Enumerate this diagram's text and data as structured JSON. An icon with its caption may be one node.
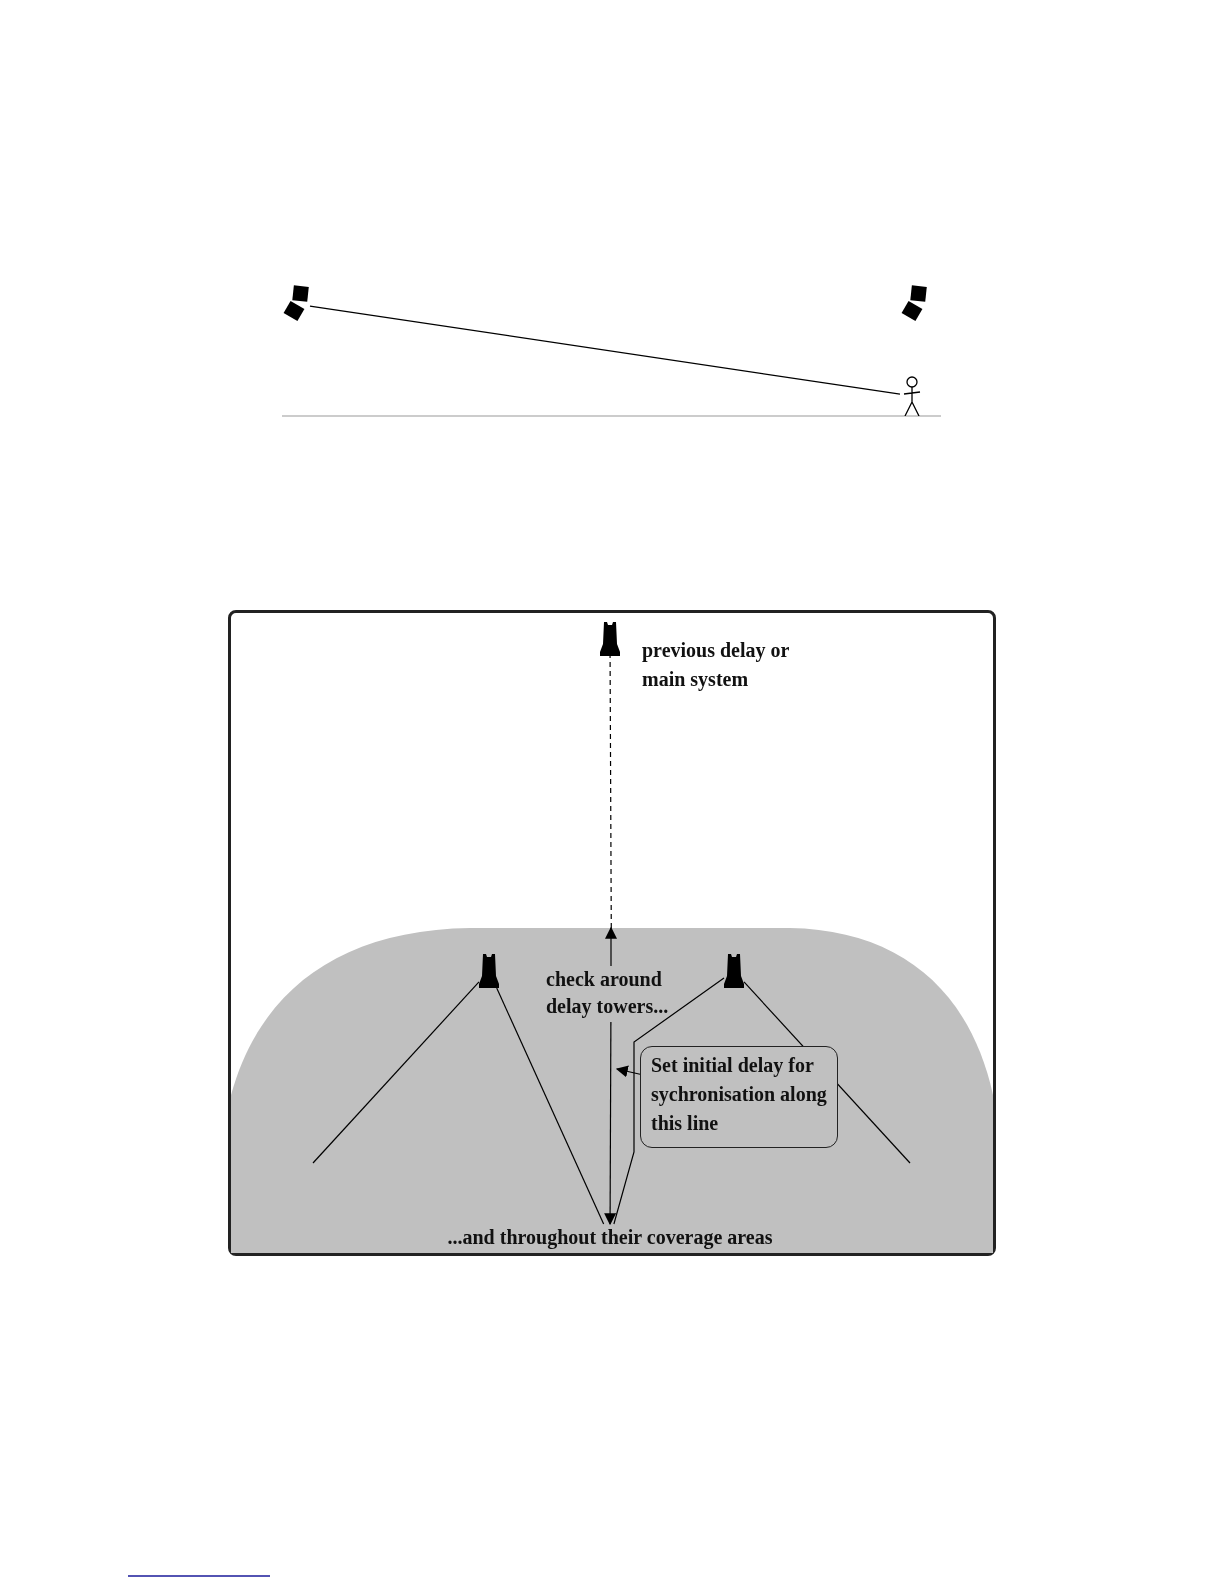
{
  "diagram": {
    "nodes": [
      {
        "text": [],
        "shape": "speaker"
      },
      {
        "text": [],
        "shape": "speaker"
      },
      {
        "text": [],
        "shape": "person"
      },
      {
        "text": [],
        "shape": "speaker",
        "beside": [
          "previous delay or main system"
        ]
      },
      {
        "text": [],
        "shape": "band"
      },
      {
        "text": [],
        "shape": "speaker",
        "in": 4
      },
      {
        "text": [
          "check around delay towers..."
        ],
        "in": 4
      },
      {
        "text": [],
        "shape": "speaker",
        "in": 4
      },
      {
        "text": [
          "Set initial delay for sychronisation along this line"
        ],
        "in": 4
      },
      {
        "text": [
          "...and throughout their coverage areas"
        ],
        "in": 4
      }
    ],
    "edges": [
      {
        "from": 0,
        "to": 2,
        "arrow": "none"
      },
      {
        "from": 6,
        "to": 4,
        "arrow": "to"
      },
      {
        "from": 4,
        "to": 3,
        "arrow": "none",
        "style": "dashed"
      },
      {
        "from": 6,
        "to": 9,
        "arrow": "to"
      },
      {
        "from": 8,
        "to": null,
        "arrow": "to"
      },
      {
        "from": 5,
        "to": null,
        "arrow": "none"
      },
      {
        "from": 5,
        "to": 9,
        "arrow": "none"
      },
      {
        "from": 7,
        "to": 9,
        "arrow": "none"
      },
      {
        "from": 7,
        "to": null,
        "arrow": "none"
      }
    ]
  }
}
